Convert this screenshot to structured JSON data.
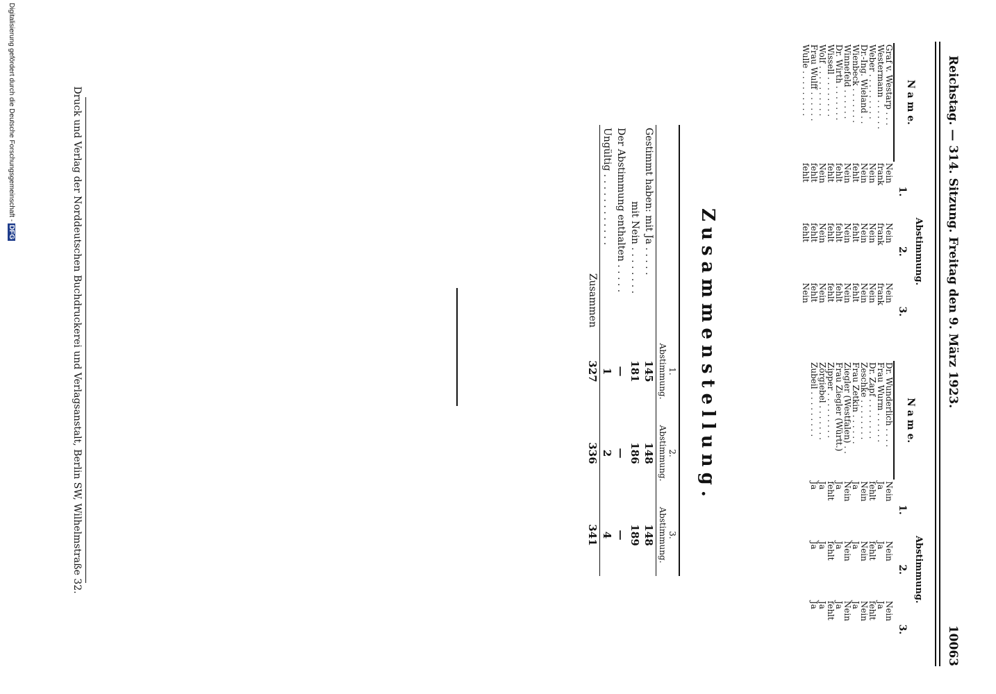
{
  "header": {
    "title": "Reichstag. — 314. Sitzung. Freitag den 9. März 1923.",
    "page_number": "10063"
  },
  "vote_table": {
    "col_name": "N a m e.",
    "col_vote": "Abstimmung.",
    "col_nums": [
      "1.",
      "2.",
      "3."
    ],
    "left_rows": [
      {
        "name": "Graf v. Westarp . . .",
        "v": [
          "Nein",
          "Nein",
          "Nein"
        ]
      },
      {
        "name": "Westermann . . . . . .",
        "v": [
          "frank",
          "frank",
          "frank"
        ]
      },
      {
        "name": "Weber . . . . . . . . .",
        "v": [
          "Nein",
          "Nein",
          "Nein"
        ]
      },
      {
        "name": "Dr.-Ing. Wieland . .",
        "v": [
          "Nein",
          "Nein",
          "Nein"
        ]
      },
      {
        "name": "Wienbeck . . . . . . .",
        "v": [
          "fehlt",
          "fehlt",
          "fehlt"
        ]
      },
      {
        "name": "Winnefeld . . . . . .",
        "v": [
          "Nein",
          "Nein",
          "Nein"
        ]
      },
      {
        "name": "Dr. Wirth . . . . . . .",
        "v": [
          "fehlt",
          "fehlt",
          "fehlt"
        ]
      },
      {
        "name": "Wissell . . . . . . . .",
        "v": [
          "fehlt",
          "fehlt",
          "fehlt"
        ]
      },
      {
        "name": "Wolf . . . . . . . . . .",
        "v": [
          "Nein",
          "Nein",
          "Nein"
        ]
      },
      {
        "name": "Frau Wulff . . . . . .",
        "v": [
          "fehlt",
          "fehlt",
          "fehlt"
        ]
      },
      {
        "name": "Wulle . . . . . . . . .",
        "v": [
          "fehlt",
          "fehlt",
          "Nein"
        ]
      }
    ],
    "right_rows": [
      {
        "name": "Dr. Wunderlich . . . .",
        "v": [
          "Nein",
          "Nein",
          "Nein"
        ]
      },
      {
        "name": "Frau Wurm . . . . . .",
        "v": [
          "Ja",
          "Ja",
          "Ja"
        ]
      },
      {
        "name": "",
        "v": [
          "",
          "",
          ""
        ]
      },
      {
        "name": "Dr. Zapf . . . . . . . .",
        "v": [
          "fehlt",
          "fehlt",
          "fehlt"
        ]
      },
      {
        "name": "Zeschke . . . . . . . .",
        "v": [
          "Nein",
          "Nein",
          "Nein"
        ]
      },
      {
        "name": "Frau Zetkin . . . . . .",
        "v": [
          "Ja",
          "Ja",
          "Ja"
        ]
      },
      {
        "name": "Ziegler (Westfalen) . .",
        "v": [
          "Nein",
          "Nein",
          "Nein"
        ]
      },
      {
        "name": "Frau Ziegler (Württ.)",
        "v": [
          "Ja",
          "Ja",
          "Ja"
        ]
      },
      {
        "name": "Zipper . . . . . . . . .",
        "v": [
          "fehlt",
          "fehlt",
          "fehlt"
        ]
      },
      {
        "name": "Zörgiebel . . . . . . .",
        "v": [
          "Ja",
          "Ja",
          "Ja"
        ]
      },
      {
        "name": "Zubeil . . . . . . . . .",
        "v": [
          "Ja",
          "Ja",
          "Ja"
        ]
      }
    ]
  },
  "summary": {
    "title": "Zusammenstellung.",
    "col_heads": [
      "1.\nAbstimmung.",
      "2.\nAbstimmung.",
      "3.\nAbstimmung."
    ],
    "rows": [
      {
        "label": "Gestimmt haben: mit Ja . . . . .",
        "v": [
          "145",
          "148",
          "148"
        ]
      },
      {
        "label": "mit Nein . . . . . . . .",
        "v": [
          "181",
          "186",
          "189"
        ]
      },
      {
        "label": "Der Abstimmung enthalten . . . . .",
        "v": [
          "—",
          "—",
          "—"
        ]
      },
      {
        "label": "Ungültig . . . . . . . . . . . .",
        "v": [
          "1",
          "2",
          "4"
        ]
      }
    ],
    "total_label": "Zusammen",
    "totals": [
      "327",
      "336",
      "341"
    ]
  },
  "footer": {
    "imprint": "Druck und Verlag der Norddeutschen Buchdruckerei und Verlagsanstalt, Berlin SW, Wilhelmstraße 32.",
    "digitization": "Digitalisierung gefördert durch die Deutsche Forschungsgemeinschaft -",
    "dfg_logo": "DFG"
  }
}
